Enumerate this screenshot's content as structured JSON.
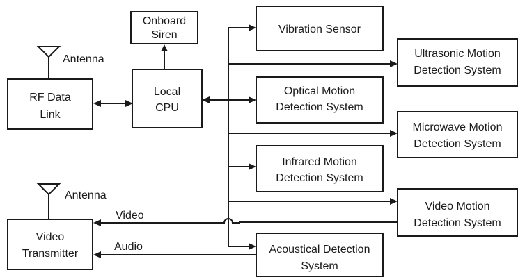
{
  "blocks": {
    "onboard_siren": [
      "Onboard",
      "Siren"
    ],
    "rf_data_link": [
      "RF Data",
      "Link"
    ],
    "local_cpu": [
      "Local",
      "CPU"
    ],
    "video_transmitter": [
      "Video",
      "Transmitter"
    ],
    "vibration_sensor": [
      "Vibration Sensor"
    ],
    "ultrasonic_motion": [
      "Ultrasonic Motion",
      "Detection System"
    ],
    "optical_motion": [
      "Optical Motion",
      "Detection System"
    ],
    "microwave_motion": [
      "Microwave Motion",
      "Detection System"
    ],
    "infrared_motion": [
      "Infrared Motion",
      "Detection System"
    ],
    "video_motion": [
      "Video Motion",
      "Detection System"
    ],
    "acoustical_detection": [
      "Acoustical Detection",
      "System"
    ]
  },
  "labels": {
    "antenna_top": "Antenna",
    "antenna_bottom": "Antenna",
    "video_signal": "Video",
    "audio_signal": "Audio"
  },
  "colors": {
    "ink": "#1a1a1a",
    "background": "#ffffff"
  }
}
